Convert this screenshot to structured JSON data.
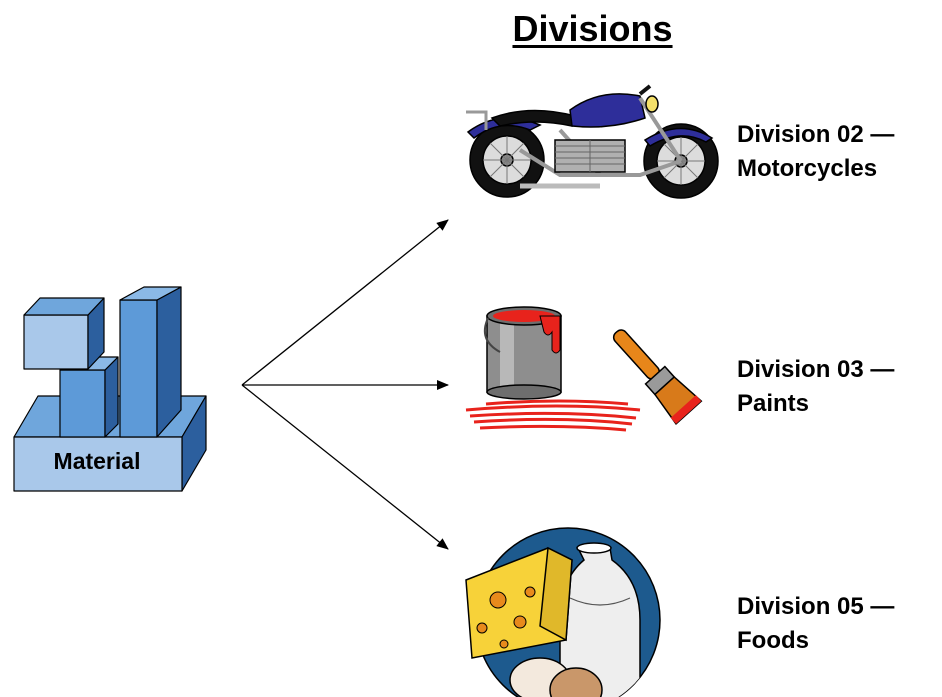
{
  "title": "Divisions",
  "source": {
    "label": "Material"
  },
  "divisions": [
    {
      "line1": "Division 02 —",
      "line2": "Motorcycles",
      "icon": "motorcycle-icon"
    },
    {
      "line1": "Division 03 —",
      "line2": "Paints",
      "icon": "paint-can-brush-icon"
    },
    {
      "line1": "Division 05 —",
      "line2": "Foods",
      "icon": "cheese-milk-eggs-icon"
    }
  ],
  "colors": {
    "material_front": "#a9c8ea",
    "material_side": "#2c5f9e",
    "material_top": "#6fa6dc",
    "motorcycle_body": "#2e2e9a",
    "paint_red": "#e8231c",
    "brush_handle": "#e7861a",
    "food_circle": "#1d5a8e",
    "cheese": "#f7d239"
  }
}
